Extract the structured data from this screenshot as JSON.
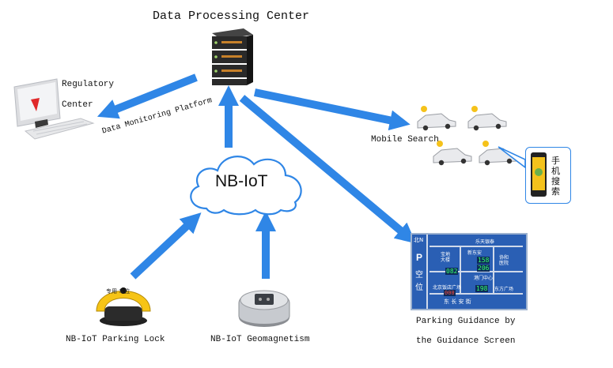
{
  "title": "Data Processing Center",
  "regulatory_line1": "Regulatory",
  "regulatory_line2": "Center",
  "platform": "Data Monitoring Platform",
  "mobile_search": "Mobile Search",
  "phone_text": "手机搜索",
  "cloud": "NB-IoT",
  "parking_lock": "NB-IoT Parking Lock",
  "geomagnetism": "NB-IoT Geomagnetism",
  "guidance_line1": "Parking Guidance by",
  "guidance_line2": "the Guidance Screen",
  "lock_text": "专用  车位",
  "sign": {
    "arrow": "北N",
    "p": "P",
    "kong": "空",
    "wei": "位",
    "top": "乐天银泰",
    "tower": "宝地大楼",
    "mid": "新东安",
    "n1": "158",
    "n2": "206",
    "n3": "082",
    "center": "港门中心",
    "hosp": "协和医院",
    "plaza1": "北京饭店广场",
    "plaza2": "东方广场",
    "n4": "198",
    "n5": "000",
    "bottom": "东  长  安  街"
  },
  "colors": {
    "arrow": "#2f86e6",
    "server": "#2a2a2a",
    "sign": "#2a5fb4",
    "lock": "#f6c416"
  }
}
